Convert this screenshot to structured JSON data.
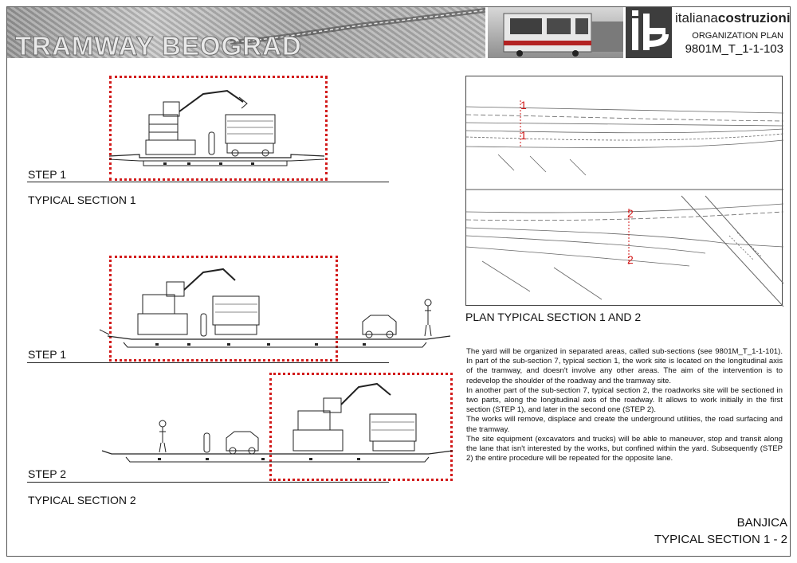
{
  "header": {
    "project_title": "TRAMWAY BEOGRAD",
    "company_regular": "italiana",
    "company_bold": "costruzioni",
    "plan_type": "ORGANIZATION PLAN",
    "code": "9801M_T_1-1-103"
  },
  "sections": {
    "step1_a": "STEP 1",
    "typical1": "TYPICAL SECTION 1",
    "step1_b": "STEP 1",
    "step2": "STEP 2",
    "typical2": "TYPICAL SECTION 2"
  },
  "plan": {
    "title": "PLAN TYPICAL SECTION 1 AND 2",
    "marker1_top": "1",
    "marker1_bottom": "1",
    "marker2_top": "2",
    "marker2_bottom": "2"
  },
  "description": [
    "The yard will be organized in separated areas, called sub-sections (see 9801M_T_1-1-101). In part of the sub-section 7, typical section 1, the work site is located on the longitudinal axis of the tramway, and doesn't involve any other areas. The aim of the intervention is to redevelop the shoulder of the roadway and the tramway site.",
    "In another part of the sub-section 7, typical section 2, the roadworks site will be sectioned in two parts, along the longitudinal axis of the roadway. It allows to work initially in the first section (STEP 1), and later in the second one (STEP 2).",
    "The works will remove, displace and create the underground utilities, the road surfacing and the tramway.",
    "The site equipment (excavators and trucks) will be able to maneuver, stop and transit along the lane that isn't interested by the works, but confined within the yard. Subsequently (STEP 2) the entire procedure will be repeated for the opposite lane."
  ],
  "location": {
    "area": "BANJICA",
    "section": "TYPICAL SECTION 1 - 2"
  },
  "colors": {
    "hatch_red": "#d21a1a",
    "line": "#222222"
  }
}
